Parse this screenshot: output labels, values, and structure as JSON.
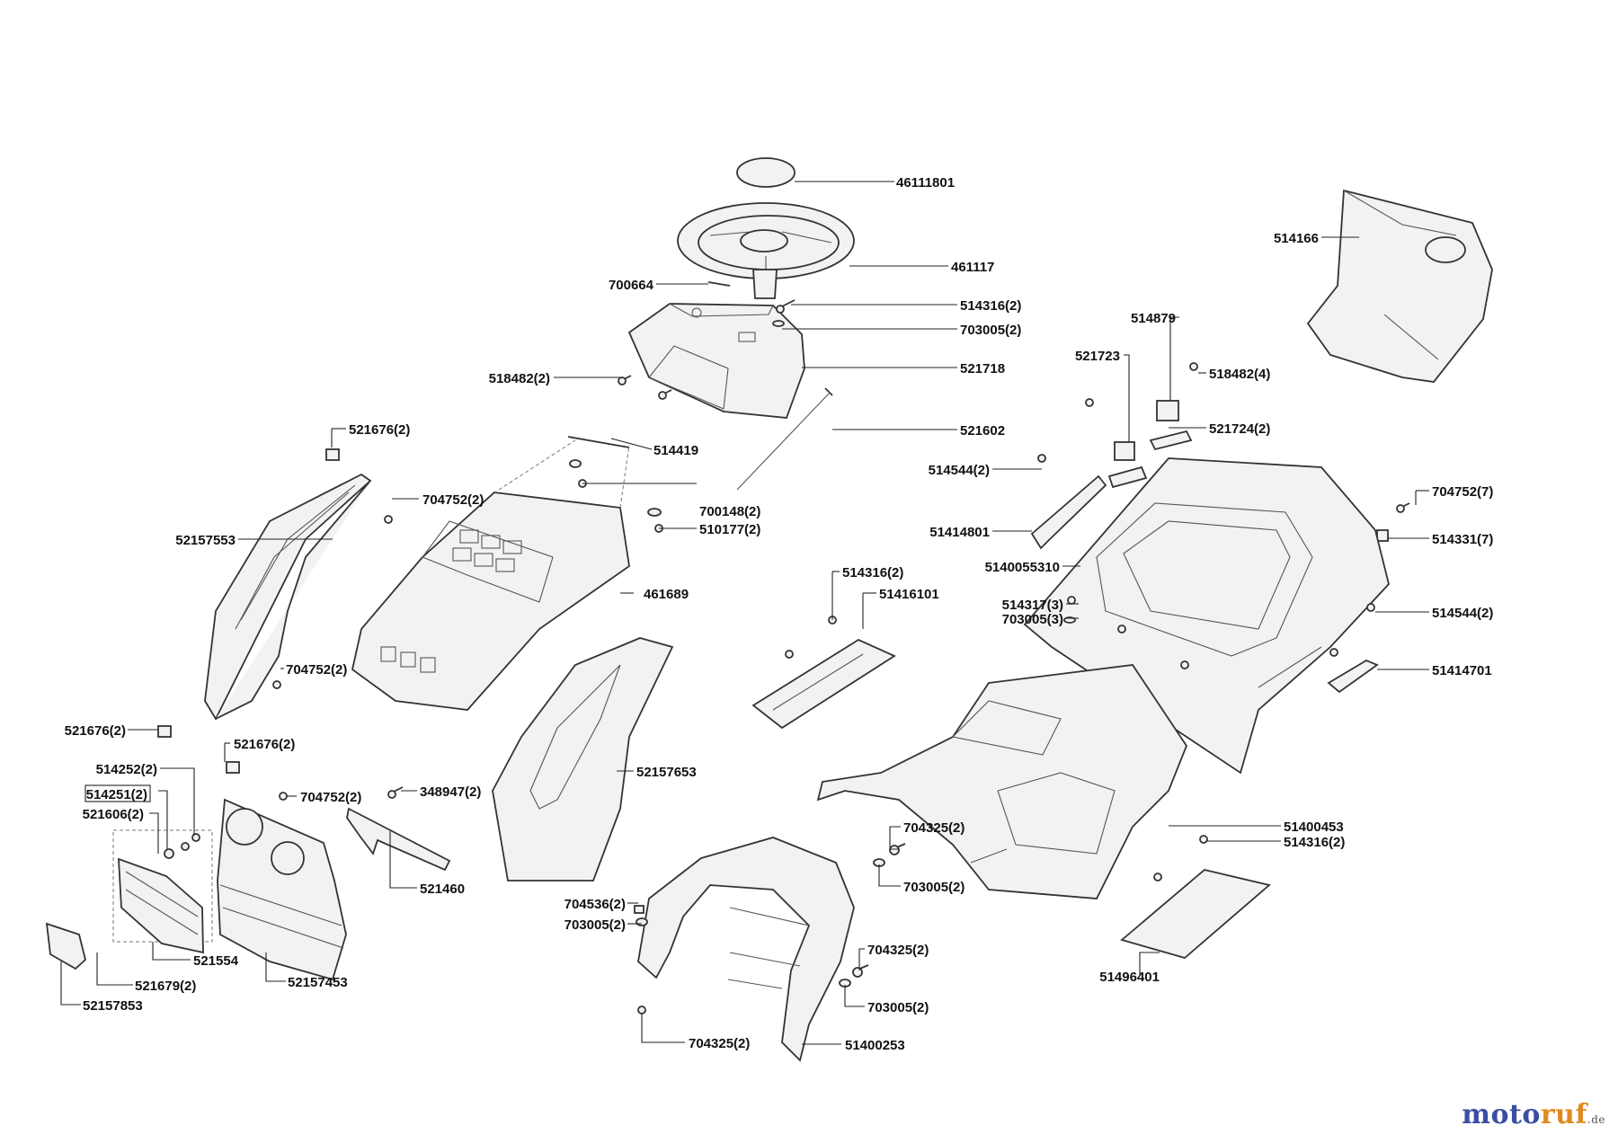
{
  "labels": {
    "l46111801": "46111801",
    "l461117": "461117",
    "l700664": "700664",
    "l514316_a": "514316(2)",
    "l703005_a": "703005(2)",
    "l518482_a": "518482(2)",
    "l521718": "521718",
    "l521602": "521602",
    "l514419": "514419",
    "l521676_a": "521676(2)",
    "l704752_a": "704752(2)",
    "l700148": "700148(2)",
    "l510177": "510177(2)",
    "l52157553": "52157553",
    "l461689": "461689",
    "l704752_b": "704752(2)",
    "l521676_b": "521676(2)",
    "l521676_c": "521676(2)",
    "l514252": "514252(2)",
    "l514251": "514251(2)",
    "l521606": "521606(2)",
    "l704752_c": "704752(2)",
    "l348947": "348947(2)",
    "l521460": "521460",
    "l521554": "521554",
    "l52157453": "52157453",
    "l521679": "521679(2)",
    "l52157853": "52157853",
    "l52157653": "52157653",
    "l514166": "514166",
    "l514879": "514879",
    "l521723": "521723",
    "l518482_b": "518482(4)",
    "l521724": "521724(2)",
    "l514544_a": "514544(2)",
    "l51414801": "51414801",
    "l704752_d": "704752(7)",
    "l514331": "514331(7)",
    "l5140055310": "5140055310",
    "l514316_b": "514316(2)",
    "l51416101": "51416101",
    "l514317": "514317(3)",
    "l703005_b": "703005(3)",
    "l514544_b": "514544(2)",
    "l51414701": "51414701",
    "l51400453": "51400453",
    "l514316_c": "514316(2)",
    "l704325_a": "704325(2)",
    "l703005_c": "703005(2)",
    "l704536": "704536(2)",
    "l703005_d": "703005(2)",
    "l704325_b": "704325(2)",
    "l703005_e": "703005(2)",
    "l51496401": "51496401",
    "l704325_c": "704325(2)",
    "l51400253": "51400253"
  },
  "logo": {
    "part1": "moto",
    "part2": "ruf",
    "suffix": ".de"
  }
}
